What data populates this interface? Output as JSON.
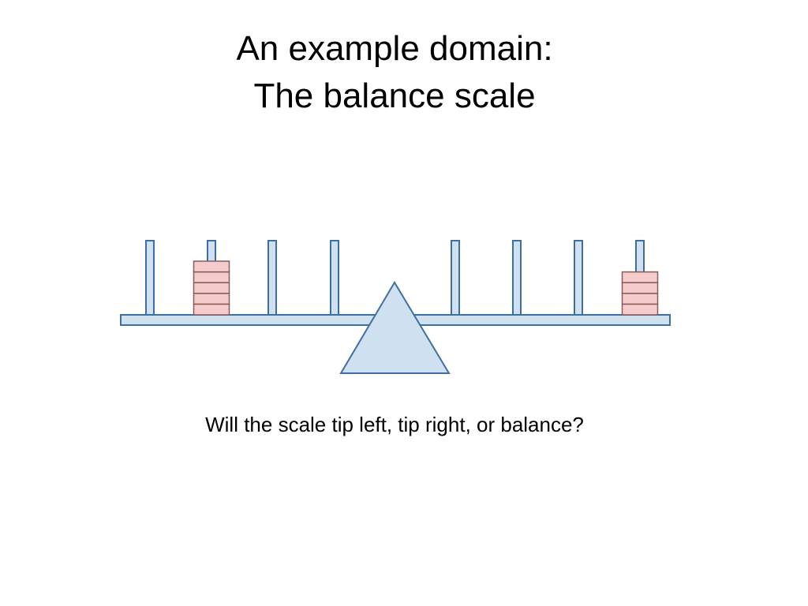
{
  "slide": {
    "title_line1": "An example domain:",
    "title_line2": "The balance scale",
    "question": "Will the scale tip left, tip right, or balance?"
  },
  "scale": {
    "pegs_per_side": 4,
    "left_weights": [
      {
        "peg": 3,
        "count": 5
      }
    ],
    "right_weights": [
      {
        "peg": 4,
        "count": 4
      }
    ],
    "colors": {
      "beam_fill": "#cfe0f1",
      "outline": "#3f6f9f",
      "weight_fill": "#f4cccc",
      "weight_outline": "#8a5a5a"
    }
  }
}
